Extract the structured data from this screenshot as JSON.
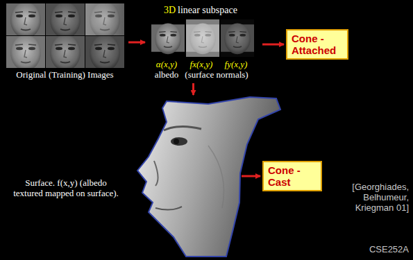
{
  "diagram": {
    "nodes": [
      {
        "text": [
          "Original (Training) Images"
        ]
      },
      {
        "text": [
          "3D",
          "linear subspace",
          "α(x,y)",
          "fx(x,y)",
          "fy(x,y)",
          "albedo",
          "(surface normals)"
        ]
      },
      {
        "text": [
          "Cone - Attached"
        ]
      },
      {
        "text": [
          "Surface. f(x,y) (albedo textured mapped on surface)."
        ]
      },
      {
        "text": [
          "Cone - Cast"
        ]
      }
    ],
    "edges": [
      {
        "from": 0,
        "to": 1,
        "arrow": "to"
      },
      {
        "from": 1,
        "to": 2,
        "arrow": "to"
      },
      {
        "from": 1,
        "to": 3,
        "arrow": "to"
      },
      {
        "from": 3,
        "to": 4,
        "arrow": "to"
      }
    ],
    "labels": [
      "[Georghiades, Belhumeur, Kriegman 01]",
      "CSE252A"
    ]
  }
}
